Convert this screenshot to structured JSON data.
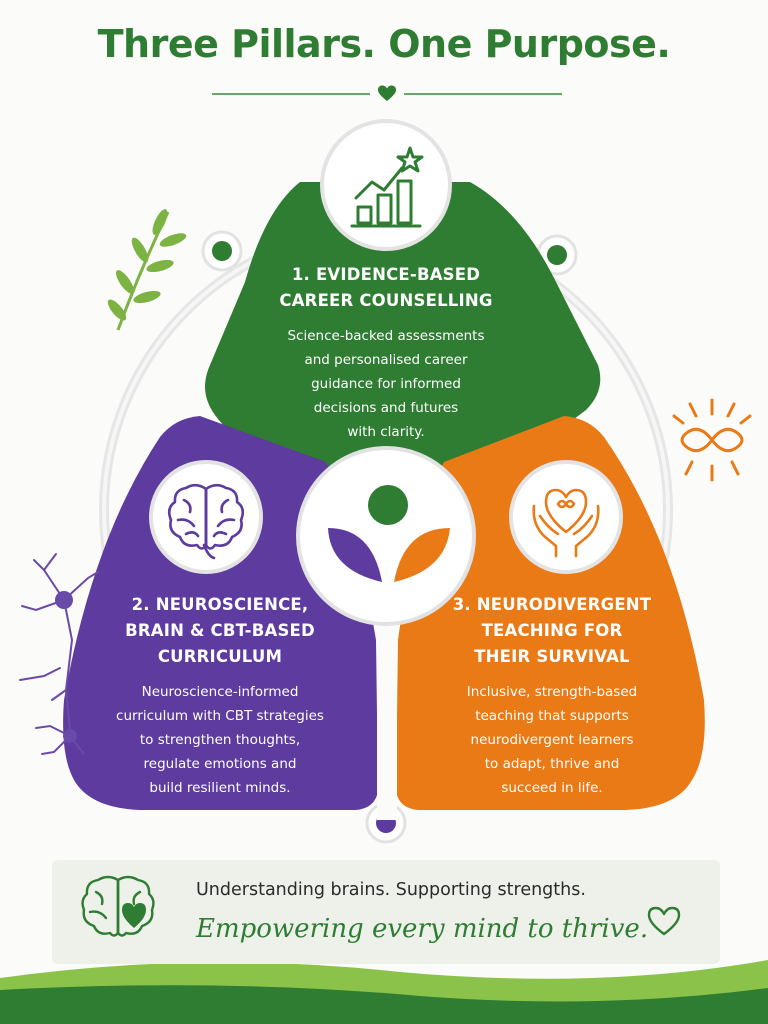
{
  "header": {
    "title": "Three Pillars. One Purpose."
  },
  "pillars": [
    {
      "heading_line1": "1. EVIDENCE-BASED",
      "heading_line2": "CAREER COUNSELLING",
      "desc_lines": [
        "Science-backed assessments",
        "and personalised career",
        "guidance for informed",
        "decisions and futures",
        "with clarity."
      ],
      "color": "#2e7d32",
      "icon": "growth-chart-star-icon"
    },
    {
      "heading_line1": "2. NEUROSCIENCE,",
      "heading_line2": "BRAIN & CBT-BASED",
      "heading_line3": "CURRICULUM",
      "desc_lines": [
        "Neuroscience-informed",
        "curriculum with CBT strategies",
        "to strengthen thoughts,",
        "regulate emotions and",
        "build resilient minds."
      ],
      "color": "#5e3b9e",
      "icon": "brain-icon"
    },
    {
      "heading_line1": "3. NEURODIVERGENT",
      "heading_line2": "TEACHING FOR",
      "heading_line3": "THEIR SURVIVAL",
      "desc_lines": [
        "Inclusive, strength-based",
        "teaching that supports",
        "neurodivergent learners",
        "to adapt, thrive and",
        "succeed in life."
      ],
      "color": "#ea7a16",
      "icon": "hands-heart-infinity-icon"
    }
  ],
  "footer": {
    "tagline": "Understanding brains. Supporting strengths.",
    "motto": "Empowering every mind to thrive."
  },
  "colors": {
    "green": "#2e7d32",
    "purple": "#5e3b9e",
    "orange": "#ea7a16",
    "ring": "#e4e4e4"
  }
}
